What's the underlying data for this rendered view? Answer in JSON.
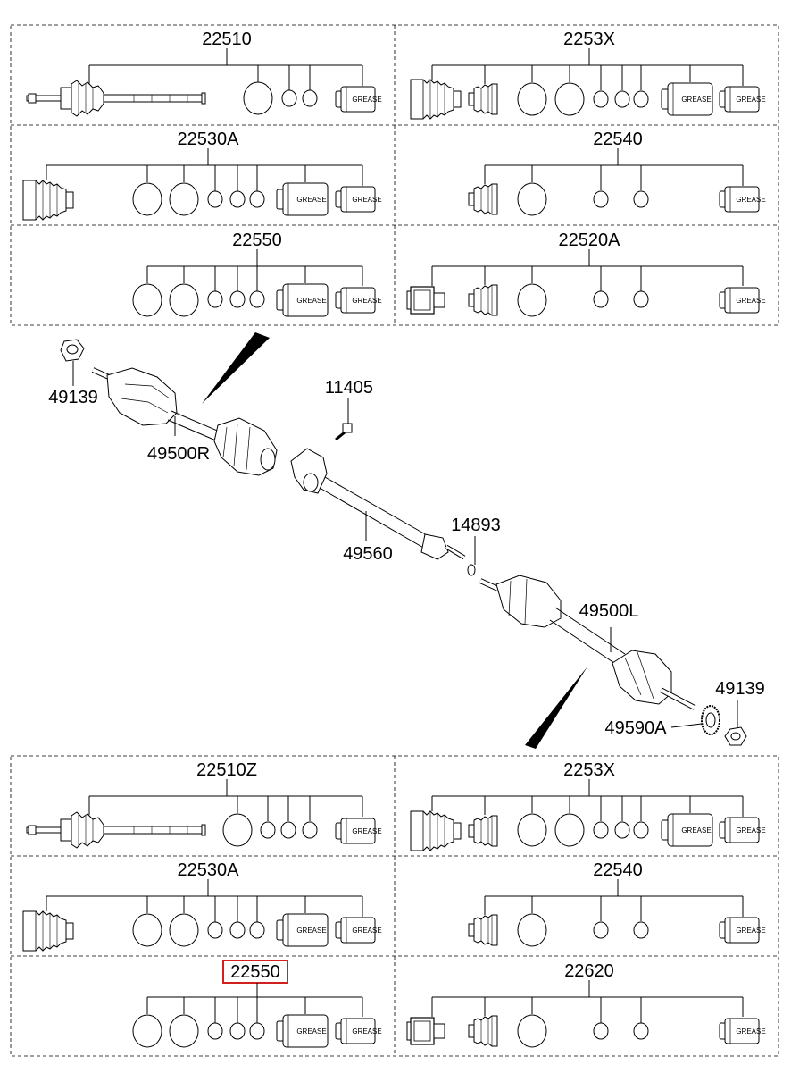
{
  "top_panels": [
    {
      "id": "22510",
      "label": "22510"
    },
    {
      "id": "2253X",
      "label": "2253X"
    },
    {
      "id": "22530A",
      "label": "22530A"
    },
    {
      "id": "22540",
      "label": "22540"
    },
    {
      "id": "22550",
      "label": "22550"
    },
    {
      "id": "22520A",
      "label": "22520A"
    }
  ],
  "bottom_panels": [
    {
      "id": "22510Z",
      "label": "22510Z"
    },
    {
      "id": "2253X",
      "label": "2253X"
    },
    {
      "id": "22530A",
      "label": "22530A"
    },
    {
      "id": "22540",
      "label": "22540"
    },
    {
      "id": "22550",
      "label": "22550",
      "highlighted": true
    },
    {
      "id": "22620",
      "label": "22620"
    }
  ],
  "callouts": {
    "nut_right": "49139",
    "shaft_right": "49500R",
    "bolt": "11405",
    "intermediate_shaft": "49560",
    "snap_ring": "14893",
    "shaft_left": "49500L",
    "nut_left": "49139",
    "tone_wheel": "49590A"
  },
  "grease_label": "GREASE",
  "highlight_color": "#d21f1f"
}
